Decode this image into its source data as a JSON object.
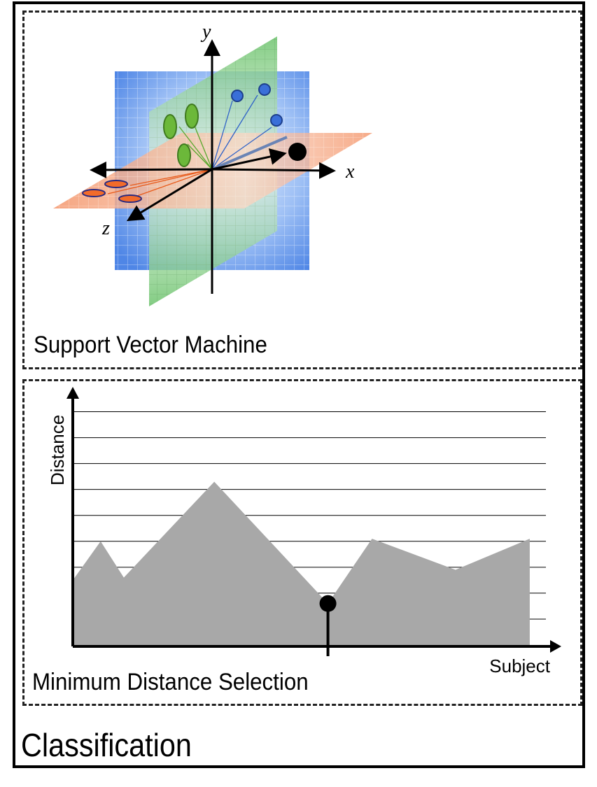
{
  "title": "Classification",
  "svm_panel": {
    "caption": "Support Vector Machine",
    "axis_x": "x",
    "axis_y": "y",
    "axis_z": "z",
    "colors": {
      "blue_plane": "#4f86e6",
      "green_plane": "#6cc36c",
      "orange_plane": "#f4956a",
      "blue_point": "#3a6fd8",
      "green_point": "#6cb83a",
      "orange_point": "#f26b2a"
    }
  },
  "mds_panel": {
    "caption": "Minimum Distance Selection",
    "chart_data": {
      "type": "area",
      "xlabel": "Subject",
      "ylabel": "Distance",
      "x": [
        0,
        1.2,
        2.2,
        6.1,
        11.0,
        12.9,
        16.5,
        19.7
      ],
      "values": [
        2.5,
        4.0,
        2.6,
        6.3,
        1.6,
        4.1,
        2.9,
        4.1
      ],
      "ylim": [
        0,
        9.5
      ],
      "xlim": [
        0,
        21
      ],
      "minimum": {
        "x": 11.0,
        "y": 1.6
      },
      "grid": true,
      "fill_color": "#a8a8a8"
    }
  }
}
